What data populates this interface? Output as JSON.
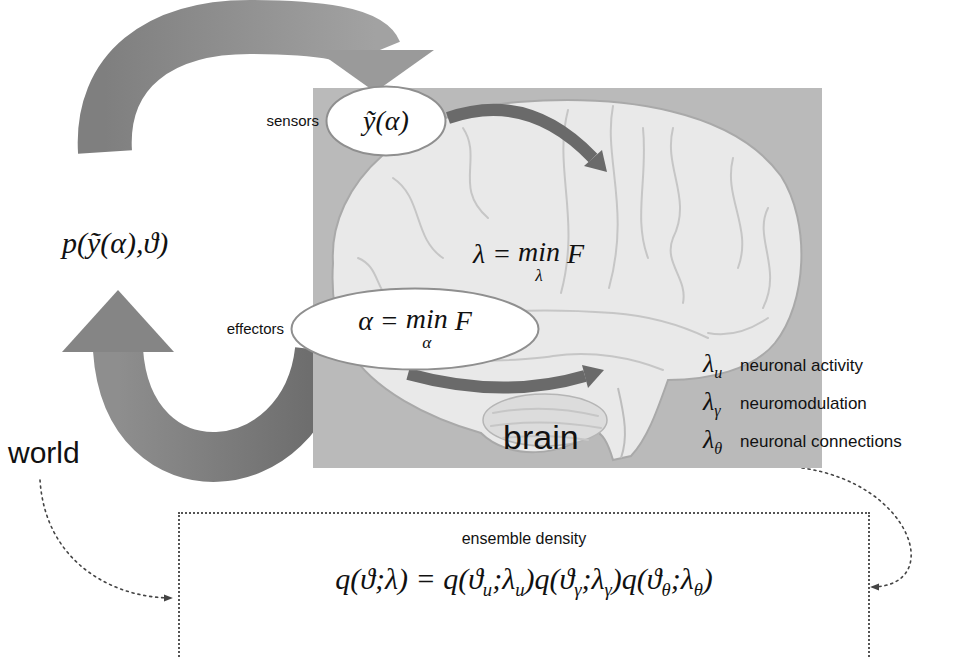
{
  "diagram": {
    "nodes": [
      {
        "text": [
          "λ = minλ F",
          "brain"
        ]
      },
      {
        "text": [
          "sensors",
          "ỹ(α)"
        ],
        "in": 0
      },
      {
        "text": [
          "effectors",
          "α = minα F"
        ],
        "in": 0
      },
      {
        "text": [
          "ensemble density",
          "q(ϑ;λ) = q(ϑu;λu)q(ϑγ;λγ)q(ϑθ;λθ)"
        ]
      }
    ],
    "edges": [
      {
        "from": 0,
        "to": 3,
        "arrow": "to"
      }
    ],
    "labels": [
      "p(ỹ(α),ϑ)",
      "world",
      "λu",
      "neuronal activity",
      "λγ",
      "neuromodulation",
      "λθ",
      "neuronal connections"
    ]
  }
}
